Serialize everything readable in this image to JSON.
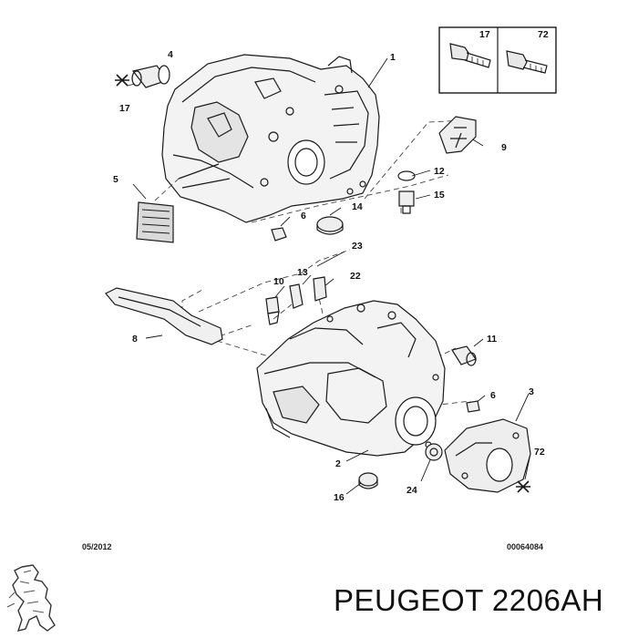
{
  "footer": {
    "date_code": "05/2012",
    "doc_code": "00064084",
    "brand_part": "PEUGEOT 2206AH"
  },
  "logo": {
    "name": "peugeot-lion-logo"
  },
  "callouts": {
    "c1": "1",
    "c2": "2",
    "c3": "3",
    "c4": "4",
    "c5": "5",
    "c6a": "6",
    "c6b": "6",
    "c8": "8",
    "c9": "9",
    "c10": "10",
    "c11": "11",
    "c12": "12",
    "c13": "13",
    "c14": "14",
    "c15": "15",
    "c16": "16",
    "c17a": "17",
    "c17b": "17",
    "c22": "22",
    "c23": "23",
    "c24": "24",
    "c72a": "72",
    "c72b": "72"
  }
}
